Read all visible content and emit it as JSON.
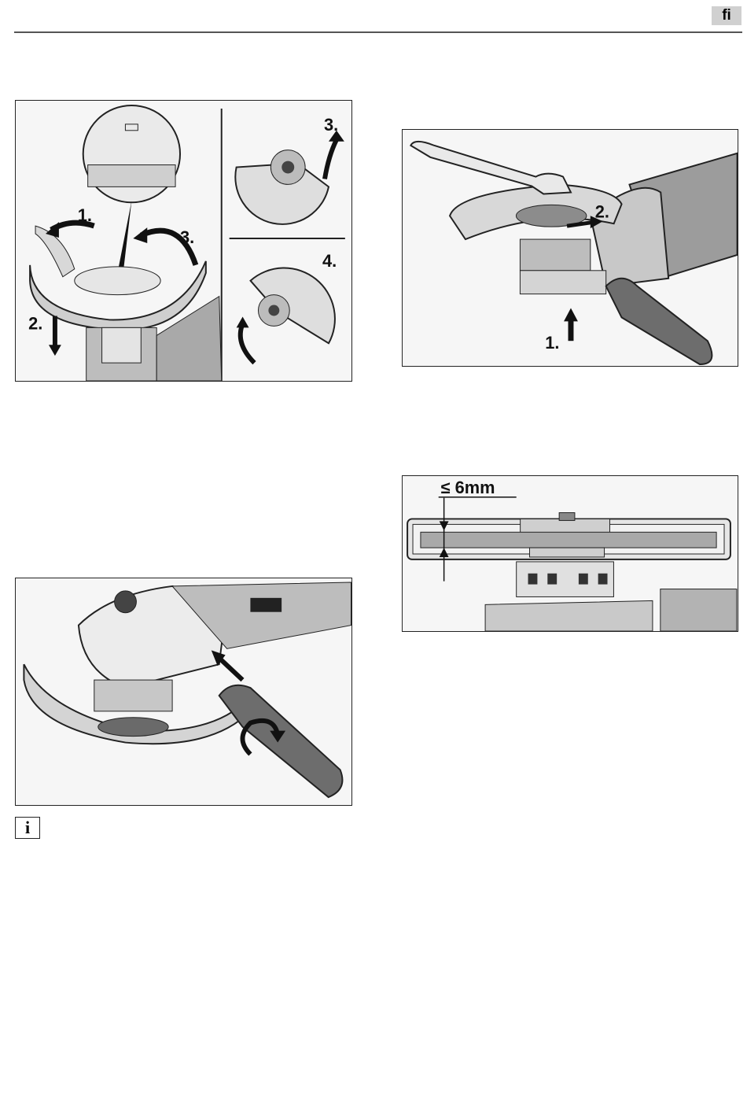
{
  "header": {
    "language_tab": "fi"
  },
  "figures": {
    "guard_install": {
      "step1": "1.",
      "step2": "2.",
      "step3": "3.",
      "inset_top_step": "3.",
      "inset_bottom_step": "4."
    },
    "flange_nut": {
      "step1": "1.",
      "step2": "2."
    },
    "disc_thickness": {
      "dimension_label": "≤ 6mm"
    },
    "handle_mount": {}
  },
  "info_icon": {
    "glyph": "i"
  },
  "colors": {
    "rule": "#555555",
    "tab_background": "#d0d0d0",
    "line_art": "#222222"
  }
}
